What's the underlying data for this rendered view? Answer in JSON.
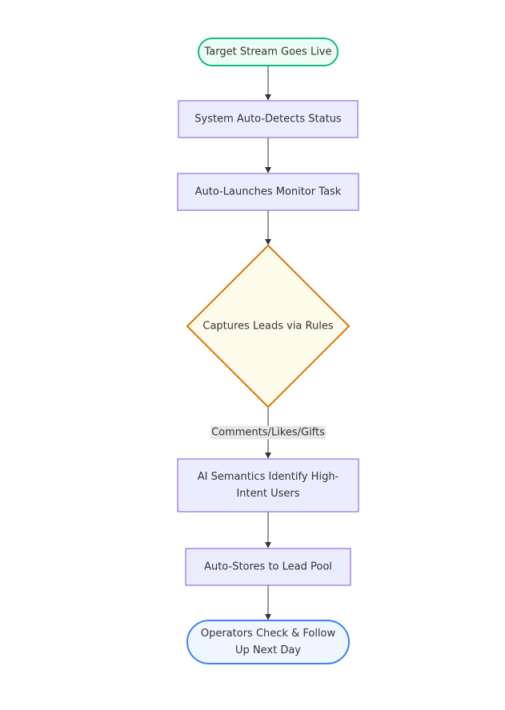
{
  "diagram": {
    "nodes": {
      "start": {
        "lines": [
          "Target Stream Goes Live"
        ],
        "shape": "stadium",
        "fill": "#ecfdf5",
        "stroke": "#10b981"
      },
      "detect": {
        "lines": [
          "System Auto-Detects Status"
        ],
        "shape": "rect",
        "fill": "#ececff",
        "stroke": "#9370db"
      },
      "launch": {
        "lines": [
          "Auto-Launches Monitor Task"
        ],
        "shape": "rect",
        "fill": "#ececff",
        "stroke": "#9370db"
      },
      "capture": {
        "lines": [
          "Captures Leads via Rules"
        ],
        "shape": "diamond",
        "fill": "#fffbeb",
        "stroke": "#d97706"
      },
      "ai": {
        "lines": [
          "AI Semantics Identify High-",
          "Intent Users"
        ],
        "shape": "rect",
        "fill": "#ececff",
        "stroke": "#9370db"
      },
      "store": {
        "lines": [
          "Auto-Stores to Lead Pool"
        ],
        "shape": "rect",
        "fill": "#ececff",
        "stroke": "#9370db"
      },
      "operators": {
        "lines": [
          "Operators Check & Follow",
          "Up Next Day"
        ],
        "shape": "stadium",
        "fill": "#eff6ff",
        "stroke": "#3b82f6"
      }
    },
    "edges": [
      {
        "from": "start",
        "to": "detect",
        "label": ""
      },
      {
        "from": "detect",
        "to": "launch",
        "label": ""
      },
      {
        "from": "launch",
        "to": "capture",
        "label": ""
      },
      {
        "from": "capture",
        "to": "ai",
        "label": "Comments/Likes/Gifts"
      },
      {
        "from": "ai",
        "to": "store",
        "label": ""
      },
      {
        "from": "store",
        "to": "operators",
        "label": ""
      }
    ],
    "colors": {
      "edge": "#333333",
      "text": "#333333",
      "edge_label_bg": "#e8e8e8"
    }
  }
}
